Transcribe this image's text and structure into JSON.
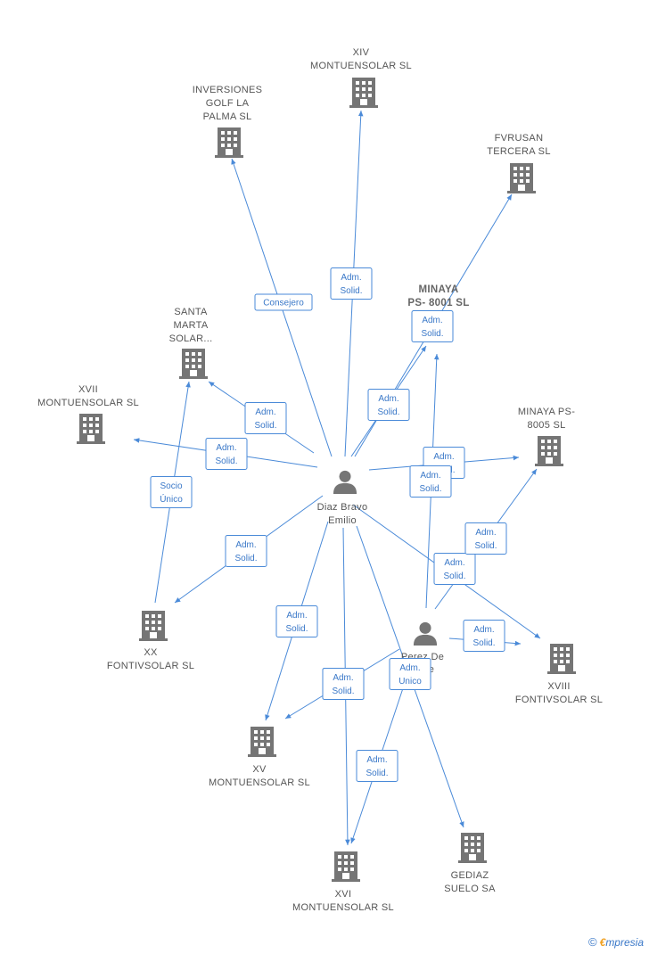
{
  "colors": {
    "edge": "#4a8ad8",
    "icon": "#757575",
    "text": "#555555",
    "accent": "#f0a020"
  },
  "companies": [
    {
      "id": "xiv",
      "lines": [
        "XIV",
        "MONTUENSOLAR SL"
      ],
      "icon": "building-icon"
    },
    {
      "id": "golf",
      "lines": [
        "INVERSIONES",
        "GOLF LA",
        "PALMA SL"
      ],
      "icon": "building-icon"
    },
    {
      "id": "fvrusan",
      "lines": [
        "FVRUSAN",
        "TERCERA SL"
      ],
      "icon": "building-icon"
    },
    {
      "id": "minaya8001",
      "lines": [
        "MINAYA",
        "PS- 8001 SL"
      ],
      "icon": "",
      "bold": true
    },
    {
      "id": "santamarta",
      "lines": [
        "SANTA",
        "MARTA",
        "SOLAR..."
      ],
      "icon": "building-icon"
    },
    {
      "id": "xvii",
      "lines": [
        "XVII",
        "MONTUENSOLAR SL"
      ],
      "icon": "building-icon"
    },
    {
      "id": "minaya8005",
      "lines": [
        "MINAYA PS-",
        "8005 SL"
      ],
      "icon": "building-icon"
    },
    {
      "id": "xx",
      "lines": [
        "XX",
        "FONTIVSOLAR SL"
      ],
      "icon": "building-icon"
    },
    {
      "id": "xviii",
      "lines": [
        "XVIII",
        "FONTIVSOLAR SL"
      ],
      "icon": "building-icon"
    },
    {
      "id": "xv",
      "lines": [
        "XV",
        "MONTUENSOLAR SL"
      ],
      "icon": "building-icon"
    },
    {
      "id": "xvi",
      "lines": [
        "XVI",
        "MONTUENSOLAR SL"
      ],
      "icon": "building-icon"
    },
    {
      "id": "gediaz",
      "lines": [
        "GEDIAZ",
        "SUELO SA"
      ],
      "icon": "building-icon"
    }
  ],
  "people": [
    {
      "id": "diaz",
      "lines": [
        "Diaz Bravo",
        "Emilio"
      ],
      "icon": "person-icon"
    },
    {
      "id": "perez",
      "lines": [
        "Perez De",
        "...nte",
        "..."
      ],
      "icon": "person-icon"
    }
  ],
  "relations": [
    {
      "from": "diaz",
      "to": "golf",
      "lines": [
        "Consejero"
      ]
    },
    {
      "from": "diaz",
      "to": "xiv",
      "lines": [
        "Adm.",
        "Solid."
      ]
    },
    {
      "from": "diaz",
      "to": "fvrusan",
      "lines": [
        "Adm.",
        "Solid."
      ]
    },
    {
      "from": "diaz",
      "to": "minaya8001",
      "lines": [
        "Adm.",
        "Solid."
      ]
    },
    {
      "from": "diaz",
      "to": "santamarta",
      "lines": [
        "Adm.",
        "Solid."
      ]
    },
    {
      "from": "diaz",
      "to": "xvii",
      "lines": [
        "Adm.",
        "Solid."
      ]
    },
    {
      "from": "diaz",
      "to": "minaya8005",
      "lines": [
        "Adm.",
        "Solid."
      ]
    },
    {
      "from": "diaz",
      "to": "xx",
      "lines": [
        "Adm.",
        "Solid."
      ]
    },
    {
      "from": "diaz",
      "to": "xviii",
      "lines": [
        "Adm.",
        "Solid."
      ]
    },
    {
      "from": "diaz",
      "to": "xv",
      "lines": [
        "Adm.",
        "Solid."
      ]
    },
    {
      "from": "diaz",
      "to": "xvi",
      "lines": [
        "Adm.",
        "Solid."
      ]
    },
    {
      "from": "diaz",
      "to": "gediaz",
      "lines": [
        "Adm.",
        "Unico"
      ]
    },
    {
      "from": "xx",
      "to": "santamarta",
      "lines": [
        "Socio",
        "Único"
      ]
    },
    {
      "from": "perez",
      "to": "minaya8001",
      "lines": [
        "Adm.",
        "Solid."
      ]
    },
    {
      "from": "perez",
      "to": "minaya8005",
      "lines": [
        "Adm.",
        "Solid."
      ]
    },
    {
      "from": "perez",
      "to": "xviii",
      "lines": [
        "Adm.",
        "Solid."
      ]
    },
    {
      "from": "perez",
      "to": "xv",
      "lines": [
        "Adm.",
        "Solid."
      ]
    },
    {
      "from": "perez",
      "to": "xvi",
      "lines": [
        "Adm.",
        "Solid."
      ]
    }
  ],
  "watermark": {
    "symbol": "©",
    "brand_initial": "€",
    "brand_rest": "mpresia"
  }
}
